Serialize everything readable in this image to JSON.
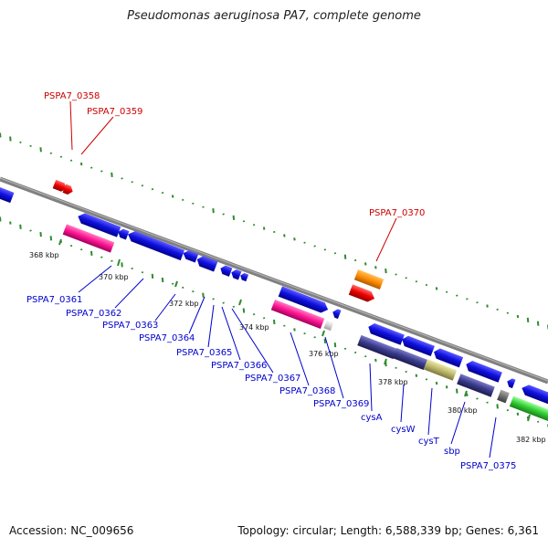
{
  "title": "Pseudomonas aeruginosa PA7, complete genome",
  "footer": {
    "accession": "Accession: NC_009656",
    "summary": "Topology: circular; Length: 6,588,339 bp; Genes: 6,361"
  },
  "scale_labels": [
    "368 kbp",
    "370 kbp",
    "372 kbp",
    "374 kbp",
    "376 kbp",
    "378 kbp",
    "380 kbp",
    "382 kbp"
  ],
  "gene_labels_top": [
    "PSPA7_0358",
    "PSPA7_0359",
    "PSPA7_0370"
  ],
  "gene_labels_bottom": [
    "PSPA7_0361",
    "PSPA7_0362",
    "PSPA7_0363",
    "PSPA7_0364",
    "PSPA7_0365",
    "PSPA7_0366",
    "PSPA7_0367",
    "PSPA7_0368",
    "PSPA7_0369",
    "cysA",
    "cysW",
    "cysT",
    "sbp",
    "PSPA7_0375"
  ],
  "colors": {
    "forward_label": "#cc0000",
    "reverse_label": "#0000cc",
    "backbone": "#808080",
    "gc_ticks": "#2e8b2e",
    "gene_blue": "#1010e0",
    "gene_red": "#ee0000",
    "gene_orange": "#ff8c00",
    "gene_pink": "#ff1493",
    "gene_navy": "#3a3a8c",
    "gene_khaki": "#bdb76b",
    "gene_grey": "#707070",
    "gene_light": "#d8d8d8",
    "gene_green": "#32cd32"
  }
}
